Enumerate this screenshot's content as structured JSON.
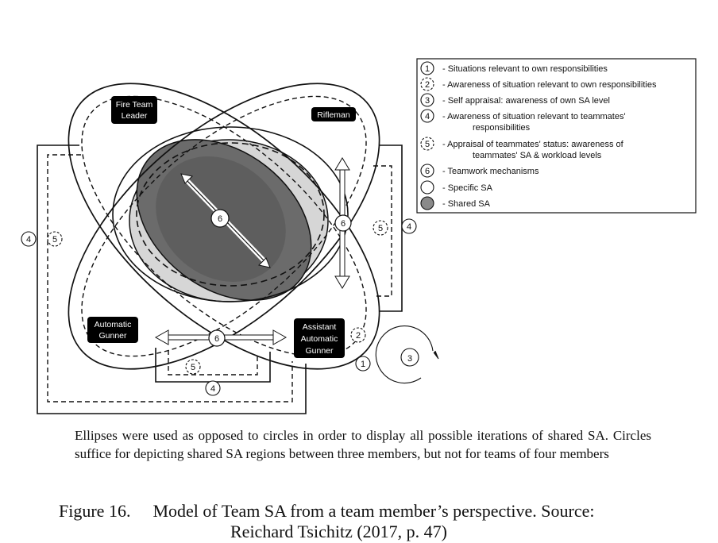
{
  "roles": {
    "fire_team_leader": [
      "Fire Team",
      "Leader"
    ],
    "rifleman": [
      "Rifleman"
    ],
    "automatic_gunner": [
      "Automatic",
      "Gunner"
    ],
    "assistant_automatic_gunner": [
      "Assistant",
      "Automatic",
      "Gunner"
    ]
  },
  "markers": {
    "one": "1",
    "two": "2",
    "three": "3",
    "four": "4",
    "five": "5",
    "six": "6"
  },
  "legend": {
    "items": [
      {
        "symbol": "1",
        "style": "solid-circle",
        "text": [
          "- Situations relevant to own responsibilities"
        ]
      },
      {
        "symbol": "2",
        "style": "dashed-circle",
        "text": [
          "- Awareness of situation relevant to own responsibilities"
        ]
      },
      {
        "symbol": "3",
        "style": "solid-circle",
        "text": [
          "- Self appraisal: awareness of own SA level"
        ]
      },
      {
        "symbol": "4",
        "style": "solid-circle",
        "text": [
          "- Awareness of situation relevant to teammates'",
          "responsibilities"
        ]
      },
      {
        "symbol": "5",
        "style": "dashed-circle",
        "text": [
          "- Appraisal of teammates' status: awareness of",
          "teammates' SA & workload levels"
        ]
      },
      {
        "symbol": "6",
        "style": "solid-circle",
        "text": [
          "- Teamwork mechanisms"
        ]
      },
      {
        "symbol": "",
        "style": "white-circle",
        "text": [
          "- Specific SA"
        ]
      },
      {
        "symbol": "",
        "style": "gray-circle",
        "text": [
          "- Shared SA"
        ]
      }
    ]
  },
  "caption": "Ellipses were used as opposed to circles in order to display all possible iterations of shared SA. Circles suffice for depicting shared SA regions between three members, but not for teams of four members",
  "figure": {
    "number": "Figure 16.",
    "title": "Model of Team SA from a team member’s perspective. Source:",
    "source": "Reichard Tsichitz (2017, p. 47)"
  },
  "colors": {
    "shared_dark": "#6b6b6b",
    "shared_light": "#d6d6d6",
    "ink": "#111111",
    "label_bg": "#000000"
  }
}
